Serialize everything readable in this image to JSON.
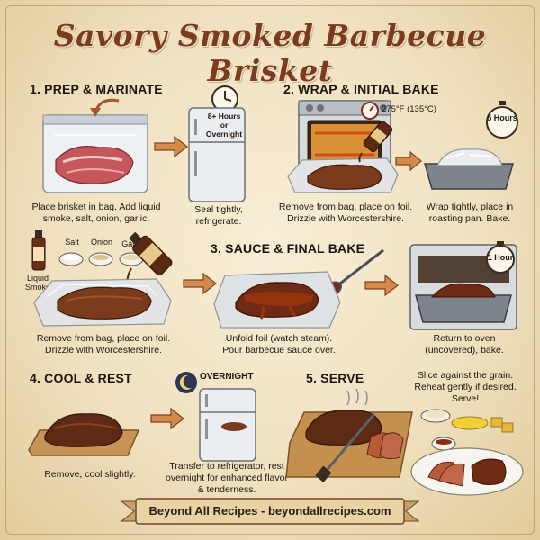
{
  "title": "Savory Smoked Barbecue Brisket",
  "steps": {
    "prep": {
      "heading": "1. PREP & MARINATE",
      "bag_caption": "Place brisket in bag. Add liquid smoke, salt, onion, garlic.",
      "fridge_badge": "8+ Hours or Overnight",
      "fridge_caption": "Seal tightly, refrigerate.",
      "liquid_smoke_label": "Liquid Smoke",
      "bottle_label": "Liquid Smoke",
      "salt_label": "Salt",
      "onion_label": "Onion",
      "garlic_label": "Garlic",
      "foil_caption": "Remove from bag, place on foil. Drizzle with Worcestershire."
    },
    "wrap": {
      "heading": "2. WRAP & INITIAL BAKE",
      "temperature": "275°F (135°C)",
      "oven_caption": "Remove from bag, place on foil. Drizzle with Worcestershire.",
      "timer_label": "5 Hours",
      "pan_caption": "Wrap tightly, place in roasting pan. Bake."
    },
    "sauce": {
      "heading": "3. SAUCE & FINAL BAKE",
      "caption": "Unfold foil (watch steam). Pour barbecue sauce over.",
      "timer_label": "1 Hour",
      "oven_caption": "Return to oven (uncovered), bake."
    },
    "cool": {
      "heading": "4. COOL & REST",
      "board_caption": "Remove, cool slightly.",
      "overnight_label": "OVERNIGHT",
      "fridge_caption": "Transfer to refrigerator, rest overnight for enhanced flavor & tenderness."
    },
    "serve": {
      "heading": "5. SERVE",
      "caption": "Slice against the grain. Reheat gently if desired. Serve!"
    }
  },
  "footer": "Beyond All Recipes - beyondallrecipes.com"
}
